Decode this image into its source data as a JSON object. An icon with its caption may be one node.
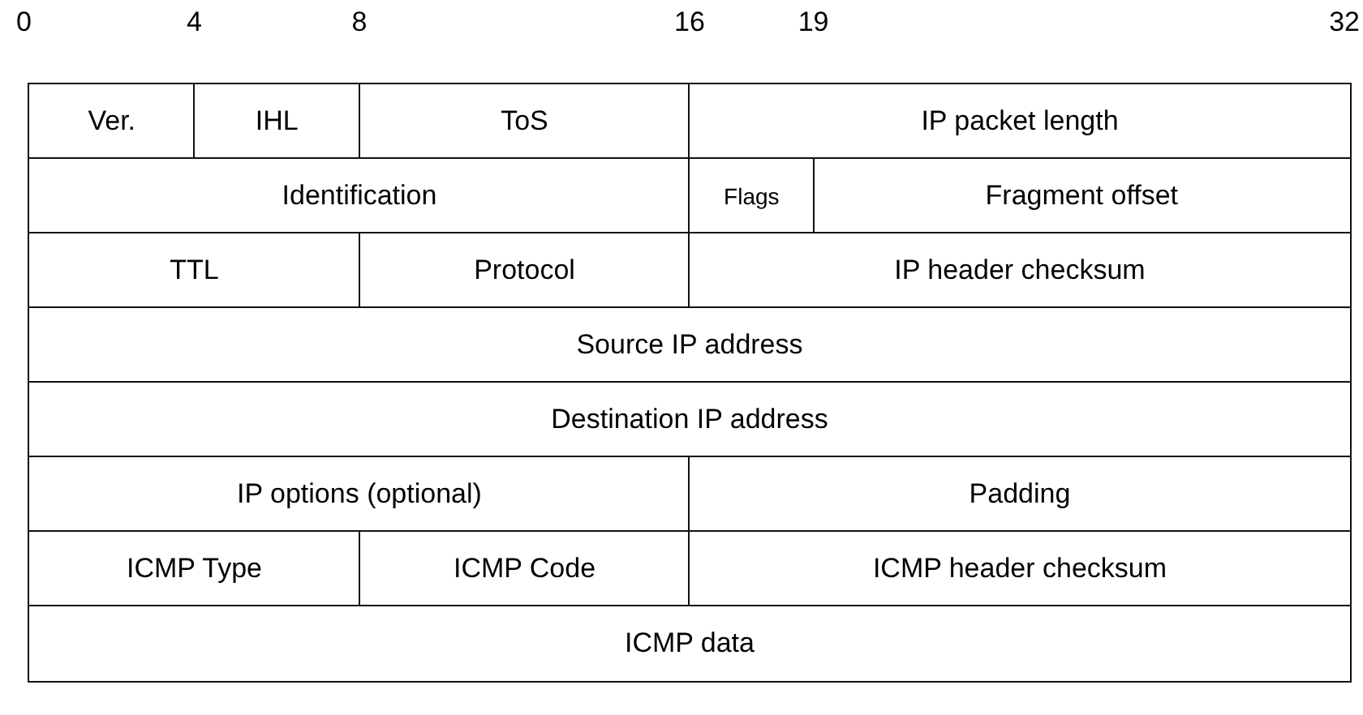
{
  "diagram": {
    "nodes": [
      {
        "text": [
          "Ver."
        ]
      },
      {
        "text": [
          "IHL"
        ]
      },
      {
        "text": [
          "ToS"
        ]
      },
      {
        "text": [
          "IP packet length"
        ]
      },
      {
        "text": [
          "Identification"
        ]
      },
      {
        "text": [
          "Flags"
        ]
      },
      {
        "text": [
          "Fragment offset"
        ]
      },
      {
        "text": [
          "TTL"
        ]
      },
      {
        "text": [
          "Protocol"
        ]
      },
      {
        "text": [
          "IP header checksum"
        ]
      },
      {
        "text": [
          "Source IP address"
        ]
      },
      {
        "text": [
          "Destination IP address"
        ]
      },
      {
        "text": [
          "IP options (optional)"
        ]
      },
      {
        "text": [
          "Padding"
        ]
      },
      {
        "text": [
          "ICMP Type"
        ]
      },
      {
        "text": [
          "ICMP Code"
        ]
      },
      {
        "text": [
          "ICMP header checksum"
        ]
      },
      {
        "text": [
          "ICMP data"
        ]
      }
    ],
    "labels": [
      "0",
      "4",
      "8",
      "16",
      "19",
      "32"
    ]
  }
}
